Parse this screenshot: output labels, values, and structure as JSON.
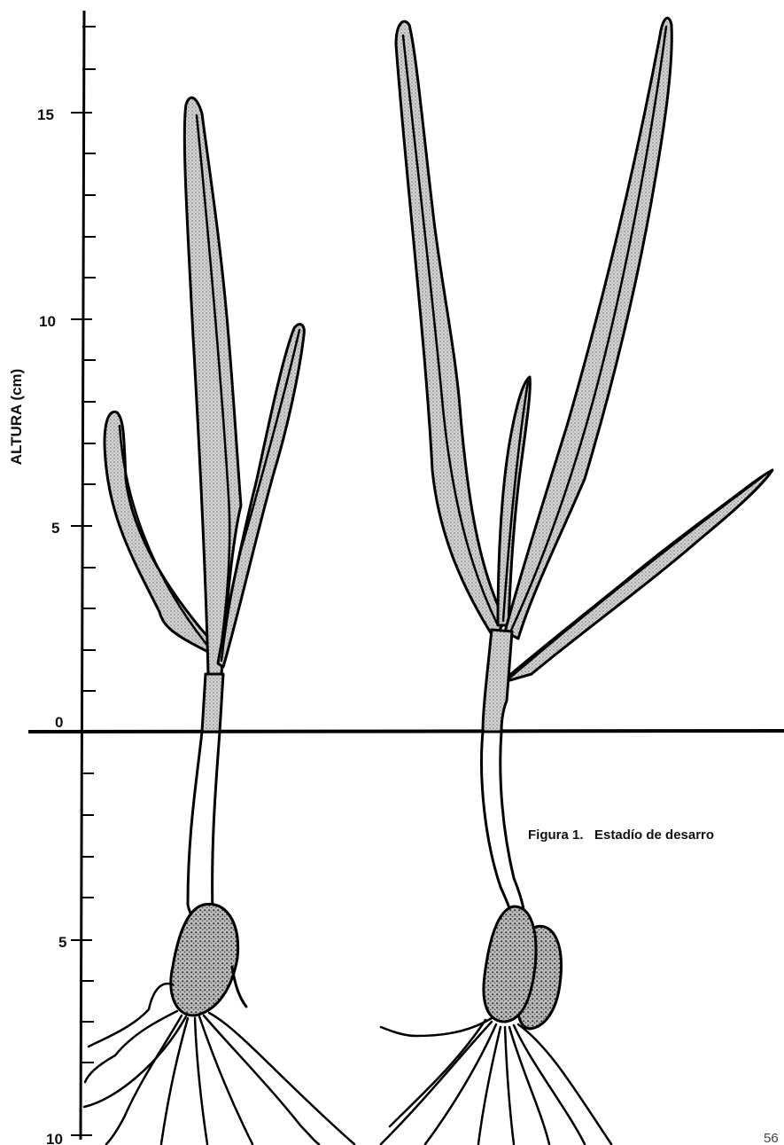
{
  "axis": {
    "title": "ALTURA (cm)",
    "above_labels": [
      "15",
      "10",
      "5",
      "0"
    ],
    "below_labels": [
      "5",
      "10"
    ]
  },
  "caption": "Figura 1.   Estadío de desarro",
  "page_number": "56",
  "colors": {
    "ink": "#000000",
    "leaf_fill": "#c9c9c9",
    "seed_fill": "#a9a9a9",
    "paper": "#ffffff"
  },
  "plants": [
    {
      "name": "left-seedling"
    },
    {
      "name": "right-seedling"
    }
  ]
}
